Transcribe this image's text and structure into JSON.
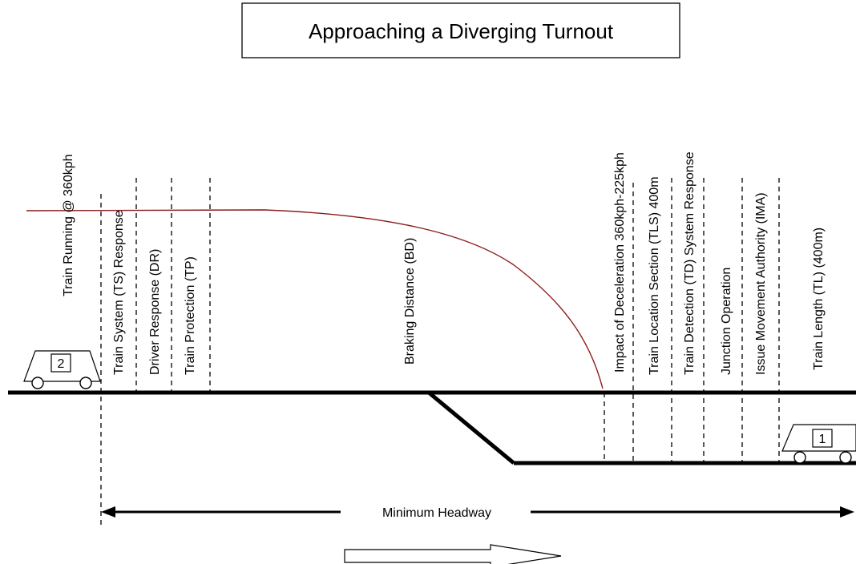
{
  "title": "Approaching a Diverging Turnout",
  "labels": {
    "running": "Train Running @ 360kph",
    "ts": "Train System (TS) Response",
    "dr": "Driver Response (DR)",
    "tp": "Train Protection (TP)",
    "bd": "Braking Distance (BD)",
    "impact": "Impact of Deceleration 360kph-225kph",
    "tls": "Train Location Section (TLS) 400m",
    "td": "Train Detection (TD) System Response",
    "junction": "Junction Operation",
    "ima": "Issue Movement Authority (IMA)",
    "tl": "Train Length (TL) (400m)"
  },
  "headway": "Minimum Headway",
  "trains": {
    "following": "2",
    "leading": "1"
  },
  "colors": {
    "speed_curve": "#8b1a1a",
    "lines": "#000000"
  }
}
